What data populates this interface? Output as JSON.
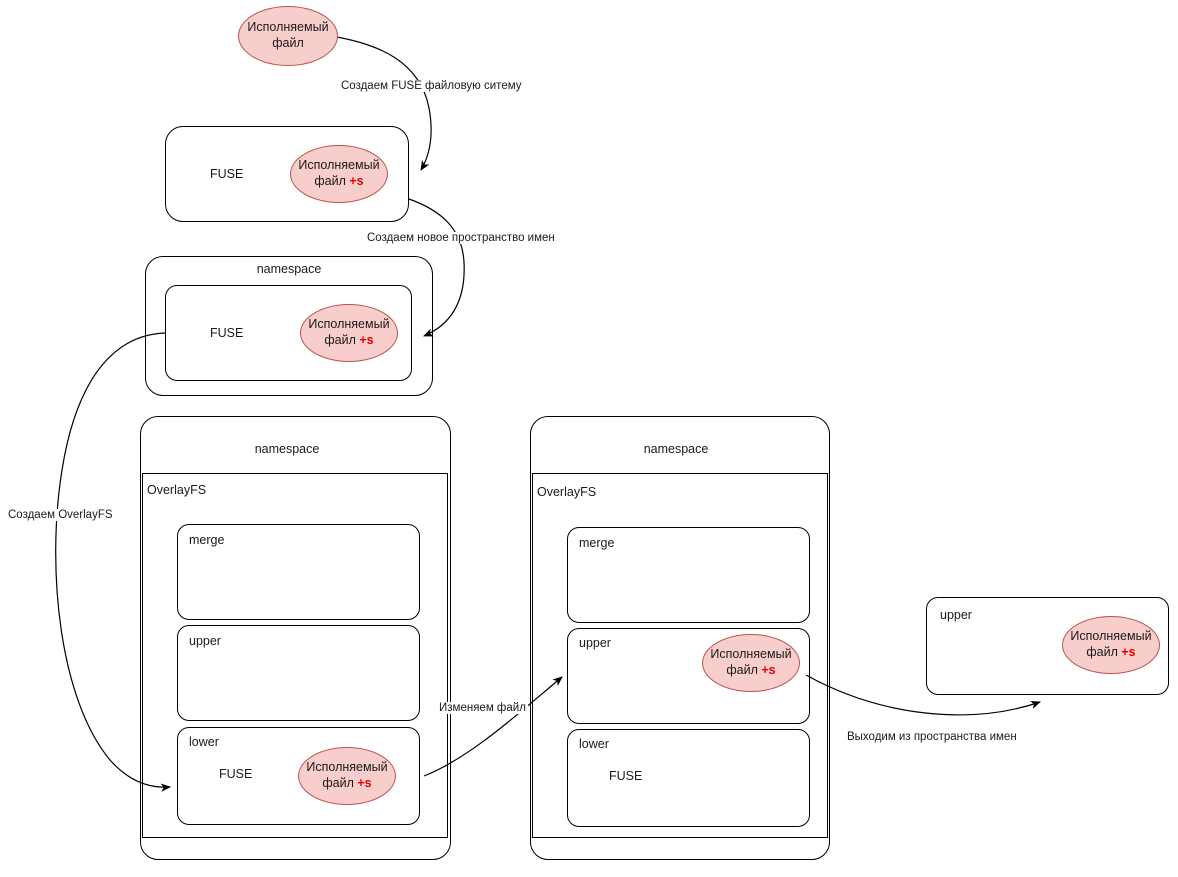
{
  "diagram": {
    "title_text": "Исполняемый файл",
    "colors": {
      "ellipse_fill": "#f8cecc",
      "ellipse_stroke": "#b85450",
      "suid_text": "#e60000",
      "box_stroke": "#000000",
      "background": "#ffffff"
    },
    "file_label": {
      "line1": "Исполняемый",
      "line2": "файл",
      "suid": "+s"
    },
    "stages": [
      {
        "id": "stage-origin",
        "ellipse": {
          "line1": "Исполняемый",
          "line2": "файл",
          "suid": ""
        }
      },
      {
        "id": "stage-fuse",
        "container_label": "FUSE",
        "ellipse": {
          "line1": "Исполняемый",
          "line2": "файл",
          "suid": "+s"
        }
      },
      {
        "id": "stage-namespace-fuse",
        "outer_label": "namespace",
        "container_label": "FUSE",
        "ellipse": {
          "line1": "Исполняемый",
          "line2": "файл",
          "suid": "+s"
        }
      },
      {
        "id": "stage-overlay-left",
        "outer_label": "namespace",
        "overlay_label": "OverlayFS",
        "layers": [
          {
            "name": "merge",
            "inner_label": "",
            "ellipse": null
          },
          {
            "name": "upper",
            "inner_label": "",
            "ellipse": null
          },
          {
            "name": "lower",
            "inner_label": "FUSE",
            "ellipse": {
              "line1": "Исполняемый",
              "line2": "файл",
              "suid": "+s"
            }
          }
        ]
      },
      {
        "id": "stage-overlay-right",
        "outer_label": "namespace",
        "overlay_label": "OverlayFS",
        "layers": [
          {
            "name": "merge",
            "inner_label": "",
            "ellipse": null
          },
          {
            "name": "upper",
            "inner_label": "",
            "ellipse": {
              "line1": "Исполняемый",
              "line2": "файл",
              "suid": "+s"
            }
          },
          {
            "name": "lower",
            "inner_label": "FUSE",
            "ellipse": null
          }
        ]
      },
      {
        "id": "stage-upper-escaped",
        "name": "upper",
        "ellipse": {
          "line1": "Исполняемый",
          "line2": "файл",
          "suid": "+s"
        }
      }
    ],
    "edges": [
      {
        "id": "edge-create-fuse",
        "label": "Создаем FUSE файловую ситему"
      },
      {
        "id": "edge-create-namespace",
        "label": "Создаем новое пространство имен"
      },
      {
        "id": "edge-create-overlayfs",
        "label": "Создаем OverlayFS"
      },
      {
        "id": "edge-modify-file",
        "label": "Изменяем файл"
      },
      {
        "id": "edge-exit-namespace",
        "label": "Выходим из пространства имен"
      }
    ]
  }
}
